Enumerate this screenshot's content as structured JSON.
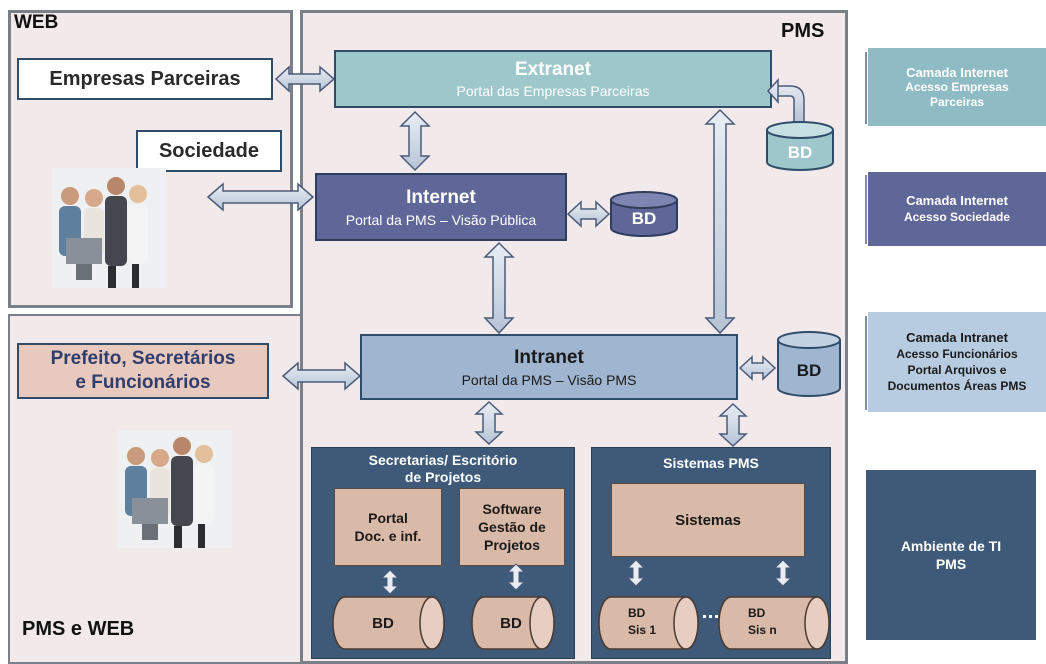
{
  "regions": {
    "web": "WEB",
    "pms": "PMS",
    "pms_web": "PMS e WEB"
  },
  "web": {
    "empresas": "Empresas Parceiras",
    "sociedade": "Sociedade"
  },
  "pms_web": {
    "prefeito_line1": "Prefeito, Secretários",
    "prefeito_line2": "e Funcionários"
  },
  "extranet": {
    "title": "Extranet",
    "subtitle": "Portal das Empresas Parceiras"
  },
  "internet": {
    "title": "Internet",
    "subtitle": "Portal da PMS – Visão Pública"
  },
  "intranet": {
    "title": "Intranet",
    "subtitle": "Portal da PMS – Visão PMS"
  },
  "bd": "BD",
  "secretarias": {
    "title_line1": "Secretarias/ Escritório",
    "title_line2": "de Projetos",
    "portal": [
      "Portal",
      "Doc. e inf."
    ],
    "software": [
      "Software",
      "Gestão de",
      "Projetos"
    ]
  },
  "sistemas": {
    "title": "Sistemas PMS",
    "inner": "Sistemas",
    "bd1": [
      "BD",
      "Sis 1"
    ],
    "bdn": [
      "BD",
      "Sis n"
    ]
  },
  "legend": {
    "l1": [
      "Camada Internet",
      "Acesso  Empresas",
      "Parceiras"
    ],
    "l2": [
      "Camada Internet",
      "Acesso Sociedade"
    ],
    "l3": [
      "Camada Intranet",
      "Acesso Funcionários",
      "Portal Arquivos e",
      "Documentos Áreas PMS"
    ],
    "l4": [
      "Ambiente de TI",
      "PMS"
    ]
  },
  "colors": {
    "extranet": "#9ec7cc",
    "internet": "#5f6799",
    "intranet": "#9fb5d0",
    "dark_panel": "#3e5a78",
    "inner_pink": "#d9b9a8",
    "frame_bg": "#f1e9ea"
  }
}
